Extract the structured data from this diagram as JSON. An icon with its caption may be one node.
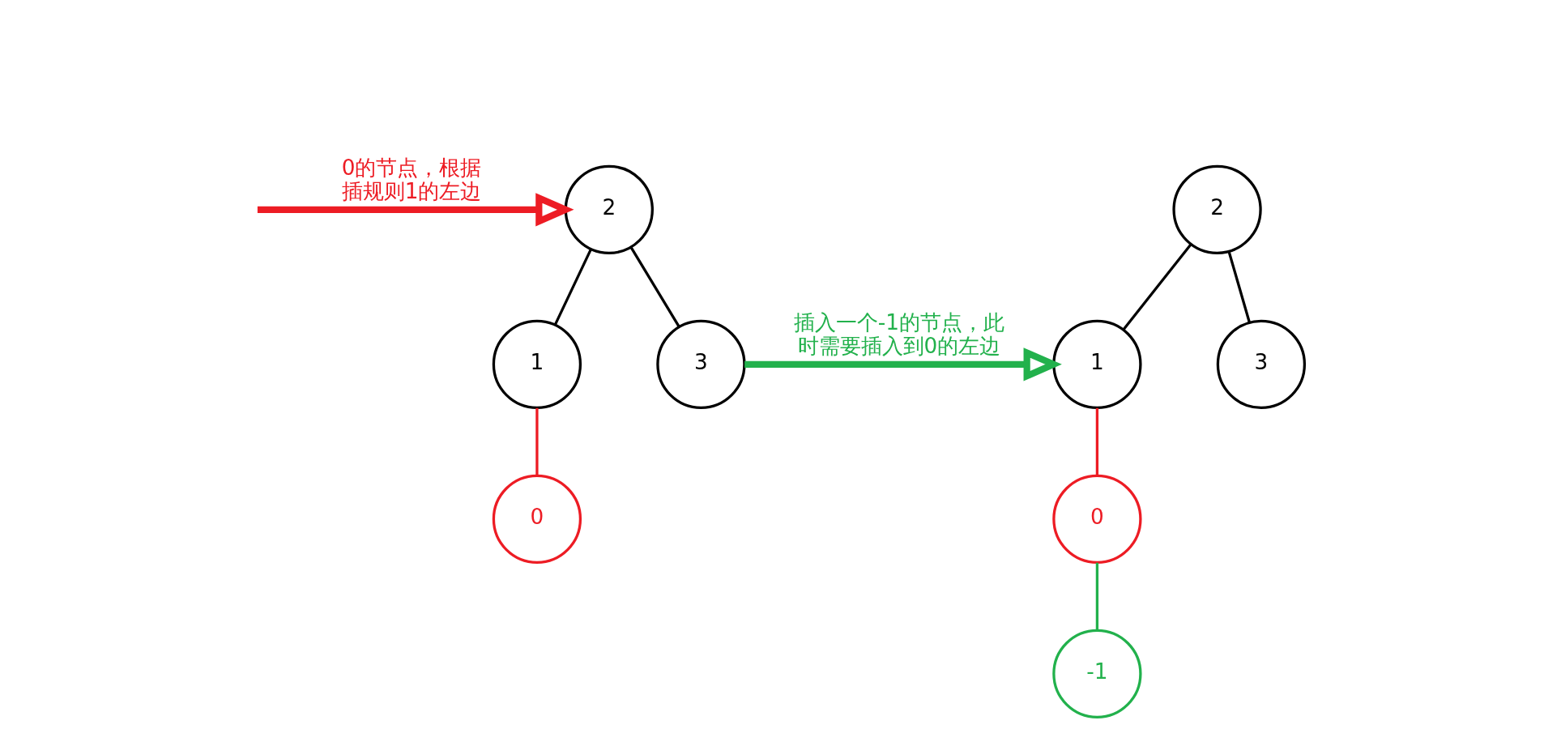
{
  "diagram": {
    "nodes": [
      {
        "text": [
          "2"
        ]
      },
      {
        "text": [
          "1"
        ]
      },
      {
        "text": [
          "3"
        ]
      },
      {
        "text": [
          "0"
        ]
      },
      {
        "text": [
          "2"
        ]
      },
      {
        "text": [
          "1"
        ]
      },
      {
        "text": [
          "3"
        ]
      },
      {
        "text": [
          "0"
        ]
      },
      {
        "text": [
          "-1"
        ]
      }
    ],
    "edges": [
      {
        "from": 0,
        "to": 1,
        "arrow": "none"
      },
      {
        "from": 0,
        "to": 2,
        "arrow": "none"
      },
      {
        "from": 1,
        "to": 3,
        "arrow": "none",
        "color": "#ed1c24"
      },
      {
        "from": null,
        "to": 0,
        "arrow": "to",
        "label": "0的节点，根据插规则1的左边",
        "style": "thick",
        "color": "#ed1c24"
      },
      {
        "from": 2,
        "to": 5,
        "arrow": "to",
        "label": "插入一个-1的节点，此时需要插入到0的左边",
        "style": "thick",
        "color": "#22b14c"
      },
      {
        "from": 4,
        "to": 5,
        "arrow": "none"
      },
      {
        "from": 4,
        "to": 6,
        "arrow": "none"
      },
      {
        "from": 5,
        "to": 7,
        "arrow": "none",
        "color": "#ed1c24"
      },
      {
        "from": 7,
        "to": 8,
        "arrow": "none",
        "color": "#22b14c"
      }
    ]
  }
}
